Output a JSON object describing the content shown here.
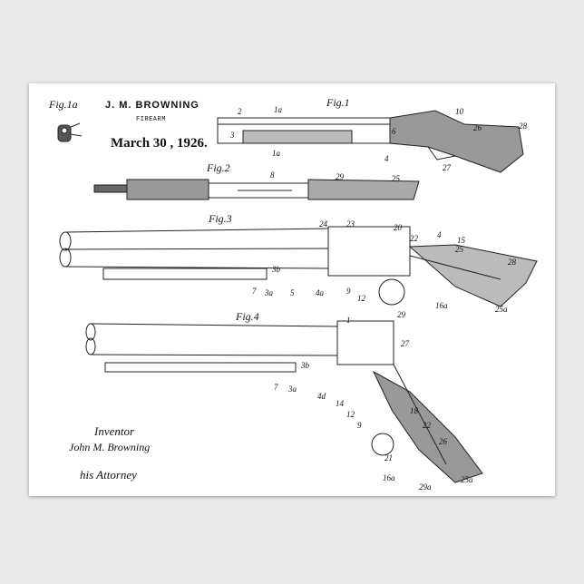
{
  "header": {
    "inventor_name": "J. M. BROWNING",
    "subject": "FIREARM",
    "date": "March 30 , 1926."
  },
  "figures": {
    "fig1a": "Fig.1a",
    "fig1": "Fig.1",
    "fig2": "Fig.2",
    "fig3": "Fig.3",
    "fig4": "Fig.4"
  },
  "caption": {
    "inventor_label": "Inventor",
    "signature": "John M. Browning",
    "attorney": "his Attorney"
  },
  "reference_numbers": [
    "2",
    "1a",
    "3",
    "6",
    "4",
    "10",
    "26",
    "28",
    "27",
    "1a",
    "8",
    "29",
    "25",
    "24",
    "23",
    "20",
    "22",
    "4",
    "15",
    "25",
    "28",
    "7",
    "3a",
    "5",
    "4a",
    "3b",
    "9",
    "12",
    "29",
    "16a",
    "25a",
    "1",
    "27",
    "3b",
    "7",
    "3a",
    "4d",
    "14",
    "12",
    "9",
    "21",
    "18",
    "22",
    "26",
    "16a",
    "29a",
    "25a"
  ]
}
